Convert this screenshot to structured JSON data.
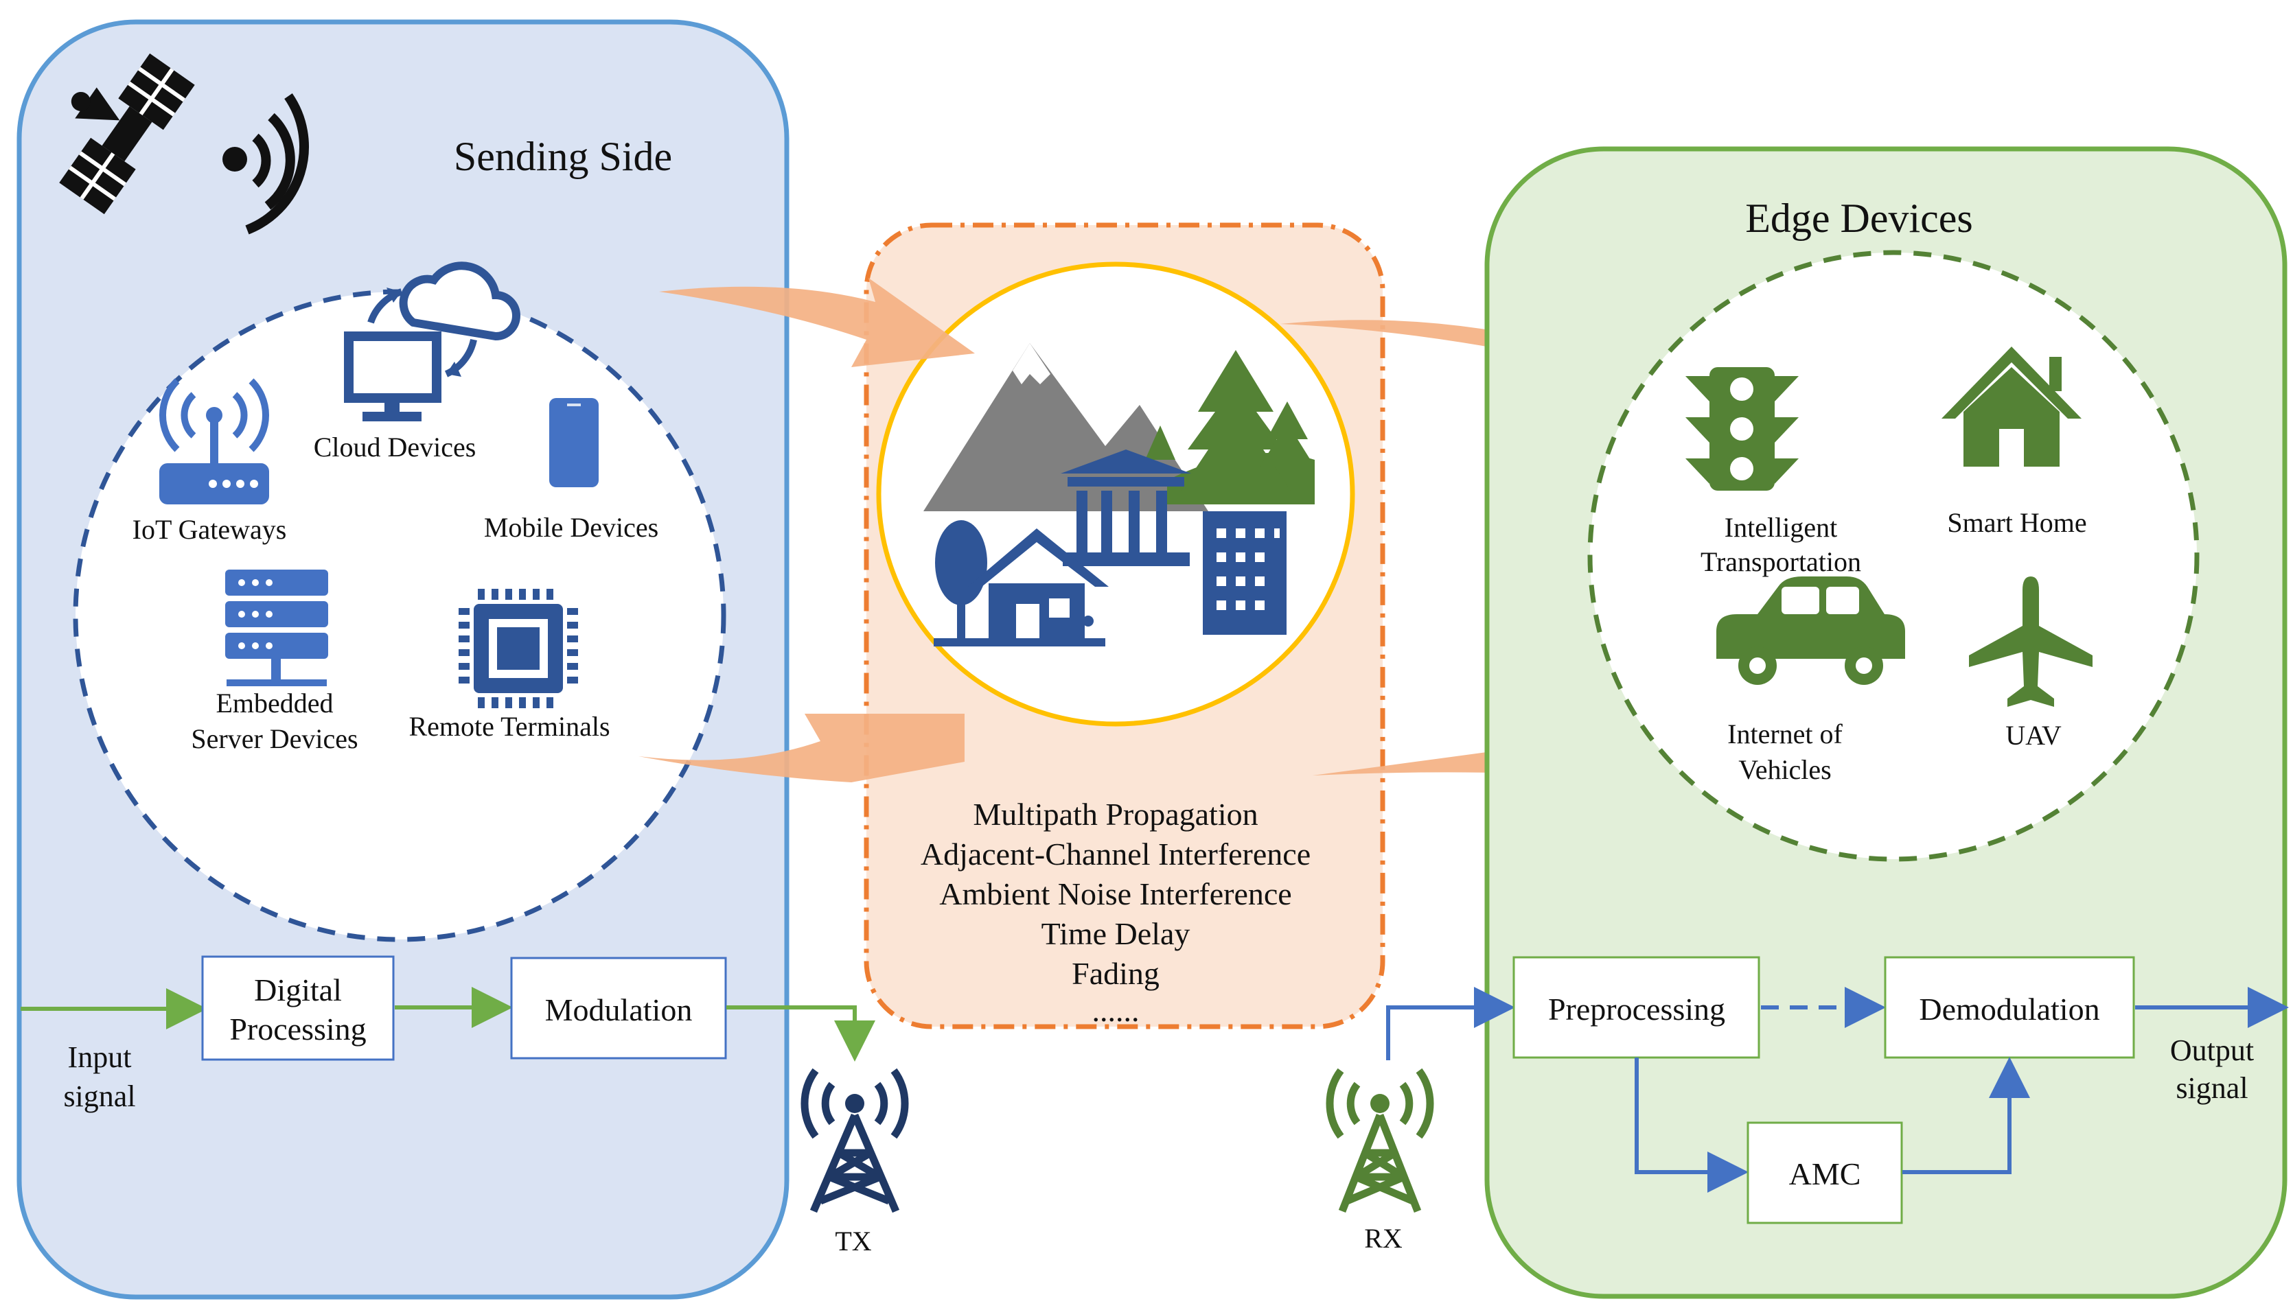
{
  "sending_side": {
    "title": "Sending Side",
    "devices": {
      "iot_gateways": "IoT Gateways",
      "cloud_devices": "Cloud Devices",
      "mobile_devices": "Mobile Devices",
      "embedded_server_line1": "Embedded",
      "embedded_server_line2": "Server Devices",
      "remote_terminals": "Remote Terminals"
    },
    "input_label_line1": "Input",
    "input_label_line2": "signal",
    "digital_processing_line1": "Digital",
    "digital_processing_line2": "Processing",
    "modulation": "Modulation"
  },
  "channel": {
    "impairments": [
      "Multipath Propagation",
      "Adjacent-Channel Interference",
      "Ambient Noise Interference",
      "Time Delay",
      "Fading",
      "......"
    ],
    "tx_label": "TX",
    "rx_label": "RX"
  },
  "edge_devices": {
    "title": "Edge Devices",
    "apps": {
      "intelligent_transportation_line1": "Intelligent",
      "intelligent_transportation_line2": "Transportation",
      "smart_home": "Smart Home",
      "internet_of_vehicles_line1": "Internet of",
      "internet_of_vehicles_line2": "Vehicles",
      "uav": "UAV"
    },
    "preprocessing": "Preprocessing",
    "demodulation": "Demodulation",
    "amc": "AMC",
    "output_label_line1": "Output",
    "output_label_line2": "signal"
  },
  "colors": {
    "send_fill": "#dae3f3",
    "send_stroke": "#5b9bd5",
    "edge_fill": "#e2efd9",
    "edge_stroke": "#70ad47",
    "channel_fill": "#fbe5d6",
    "channel_stroke": "#ed7d31",
    "blue_icon": "#2f5597",
    "green_icon": "#548235",
    "arrow_orange": "#f4b183",
    "ellipse_yellow": "#ffc000"
  }
}
